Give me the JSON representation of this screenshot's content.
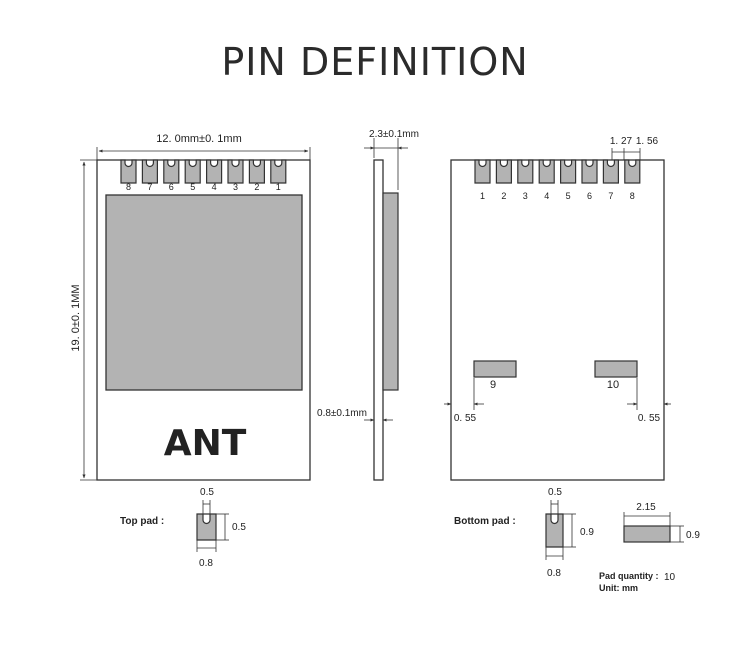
{
  "title": "PIN DEFINITION",
  "dimensions": {
    "width": "12. 0mm±0. 1mm",
    "height": "19. 0±0. 1MM",
    "thickness_top": "2.3±0.1mm",
    "thickness_board": "0.8±0.1mm",
    "pitch_a": "1. 27",
    "pitch_b": "1. 56",
    "edge_left": "0. 55",
    "edge_right": "0. 55"
  },
  "front_view": {
    "pin_labels": [
      "8",
      "7",
      "6",
      "5",
      "4",
      "3",
      "2",
      "1"
    ],
    "antenna_label": "ANT",
    "shield_color": "#b3b3b3"
  },
  "back_view": {
    "pin_labels": [
      "1",
      "2",
      "3",
      "4",
      "5",
      "6",
      "7",
      "8"
    ],
    "pad_labels": [
      "9",
      "10"
    ]
  },
  "top_pad": {
    "label": "Top pad :",
    "width_top": "0.5",
    "height": "0.5",
    "width_bottom": "0.8"
  },
  "bottom_pad": {
    "label": "Bottom pad :",
    "width_top": "0.5",
    "height": "0.9",
    "width_bottom": "0.8"
  },
  "large_pad": {
    "width": "2.15",
    "height": "0.9"
  },
  "notes": {
    "pad_quantity_label": "Pad quantity :",
    "pad_quantity_value": "10",
    "unit": "Unit:  mm"
  }
}
